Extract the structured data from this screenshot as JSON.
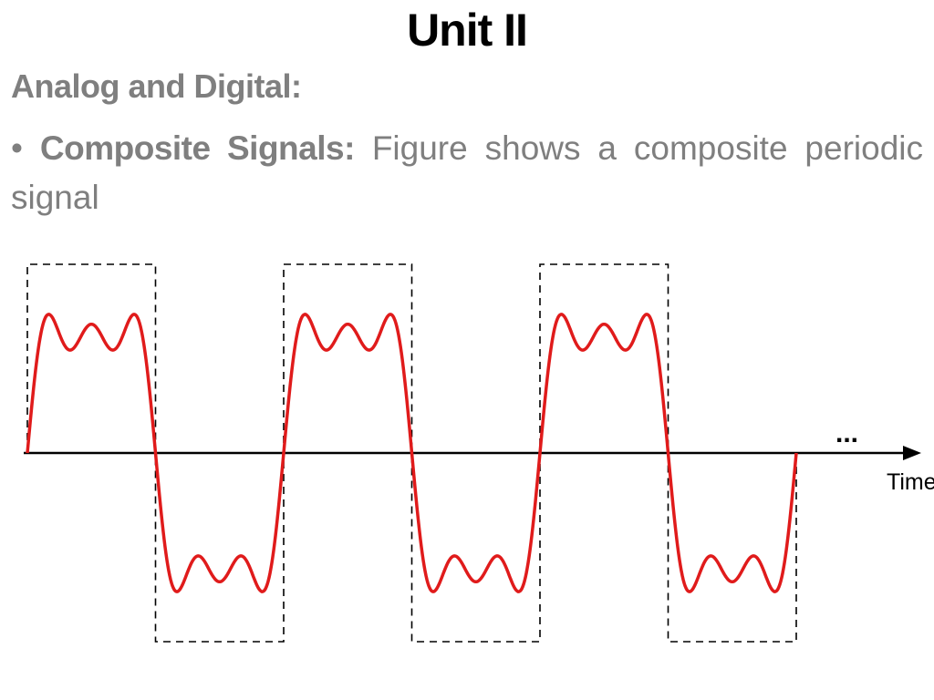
{
  "slide": {
    "title": "Unit II",
    "heading": "Analog and Digital:",
    "bullet_symbol": "•",
    "bullet_bold": "Composite Signals:",
    "bullet_text": "Figure shows a composite periodic signal"
  },
  "figure": {
    "axis_label": "Time",
    "ellipsis": "...",
    "signal_color": "#e01b1b",
    "square_wave_color": "#000000",
    "periods": 3,
    "harmonics": [
      1,
      3,
      5
    ]
  }
}
